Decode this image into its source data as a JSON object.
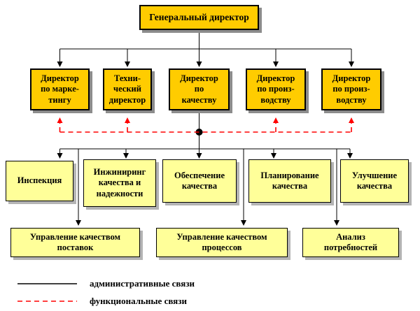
{
  "colors": {
    "box_top": "#FFCC00",
    "box_sub": "#FFFF99",
    "administrative_line": "#000000",
    "functional_line": "#FF0000",
    "shadow_dark": "#8c8c8c",
    "shadow_light": "#b4b4b4"
  },
  "org_chart": {
    "root": {
      "label": "Генеральный директор"
    },
    "directors": [
      {
        "label": "Директор\nпо марке-\nтингу"
      },
      {
        "label": "Техни-\nческий\nдиректор"
      },
      {
        "label": "Директор\nпо\nкачеству"
      },
      {
        "label": "Директор\nпо произ-\nводству"
      },
      {
        "label": "Директор\nпо произ-\nводству"
      }
    ],
    "quality_departments": [
      {
        "label": "Инспекция"
      },
      {
        "label": "Инжиниринг\nкачества и\nнадежности"
      },
      {
        "label": "Обеспечение\nкачества"
      },
      {
        "label": "Планирование\nкачества"
      },
      {
        "label": "Улучшение\nкачества"
      }
    ],
    "sub_departments": [
      {
        "label": "Управление качеством\nпоставок"
      },
      {
        "label": "Управление качеством\nпроцессов"
      },
      {
        "label": "Анализ\nпотребностей"
      }
    ]
  },
  "legend": {
    "administrative": "административные связи",
    "functional": "функциональные связи"
  }
}
